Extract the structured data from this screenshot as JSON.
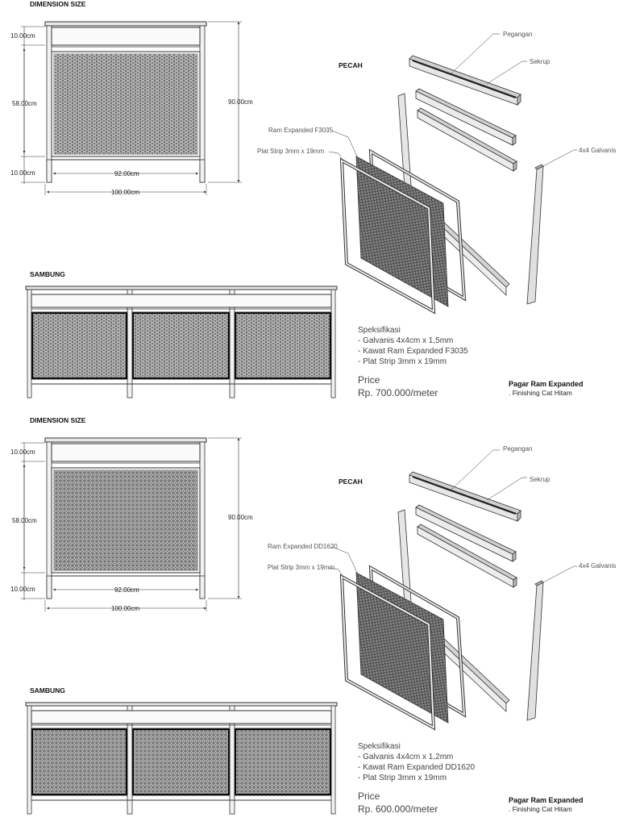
{
  "sections": [
    {
      "dimension_title": "DIMENSION SIZE",
      "dims": {
        "top": "10.00cm",
        "mesh": "58.00cm",
        "bottom": "10.00cm",
        "height": "90.00cm",
        "inner_width": "92.00cm",
        "outer_width": "100.00cm"
      },
      "sambung_title": "SAMBUNG",
      "pecah_title": "PECAH",
      "labels": {
        "pegangan": "Pegangan",
        "sekrup": "Sekrup",
        "ram": "Ram Expanded F3035",
        "plat": "Plat Strip 3mm x 19mm",
        "galvanis": "4x4 Galvanis"
      },
      "spec_title": "Speksifikasi",
      "spec_items": [
        "- Galvanis 4x4cm x 1,5mm",
        "- Kawat Ram Expanded F3035",
        "- Plat Strip 3mm x 19mm"
      ],
      "price_label": "Price",
      "price_value": "Rp. 700.000/meter",
      "product_title": "Pagar Ram Expanded",
      "product_finish": ". Finishing Cat Hitam"
    },
    {
      "dimension_title": "DIMENSION SIZE",
      "dims": {
        "top": "10.00cm",
        "mesh": "58.00cm",
        "bottom": "10.00cm",
        "height": "90.00cm",
        "inner_width": "92.00cm",
        "outer_width": "100.00cm"
      },
      "sambung_title": "SAMBUNG",
      "pecah_title": "PECAH",
      "labels": {
        "pegangan": "Pegangan",
        "sekrup": "Sekrup",
        "ram": "Ram Expanded DD1620",
        "plat": "Plat Strip 3mm x 19mm",
        "galvanis": "4x4 Galvanis"
      },
      "spec_title": "Speksifikasi",
      "spec_items": [
        "- Galvanis 4x4cm x 1,2mm",
        "- Kawat Ram Expanded DD1620",
        "- Plat Strip 3mm x 19mm"
      ],
      "price_label": "Price",
      "price_value": "Rp. 600.000/meter",
      "product_title": "Pagar Ram Expanded",
      "product_finish": ". Finishing Cat Hitam"
    }
  ]
}
